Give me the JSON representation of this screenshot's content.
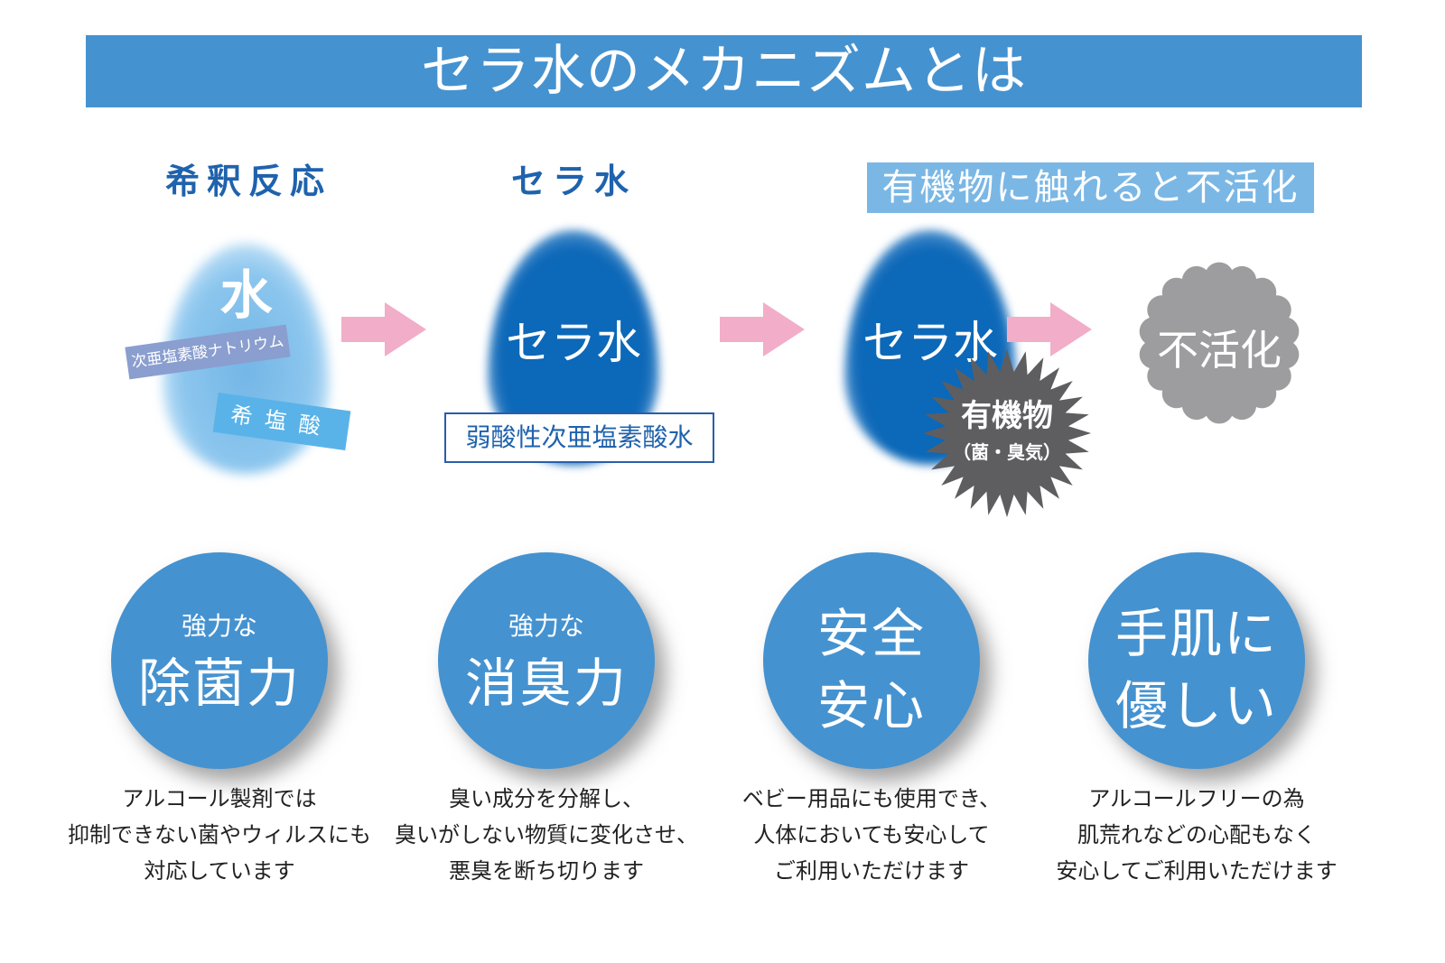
{
  "title": "セラ水のメカニズムとは",
  "steps": {
    "dilution": {
      "heading": "希釈反応",
      "drop_label": "水",
      "tag_1": "次亜塩素酸ナトリウム",
      "tag_2": "希塩酸"
    },
    "sera_water": {
      "heading": "セラ水",
      "drop_label": "セラ水",
      "box_label": "弱酸性次亜塩素酸水"
    },
    "inactivation": {
      "heading": "有機物に触れると不活化",
      "drop_label": "セラ水",
      "burst_label": "有機物",
      "burst_sub": "（菌・臭気）",
      "result_label": "不活化"
    }
  },
  "features": [
    {
      "small": "強力な",
      "big": "除菌力",
      "desc": [
        "アルコール製剤では",
        "抑制できない菌やウィルスにも",
        "対応しています"
      ]
    },
    {
      "small": "強力な",
      "big": "消臭力",
      "desc": [
        "臭い成分を分解し、",
        "臭いがしない物質に変化させ、",
        "悪臭を断ち切ります"
      ]
    },
    {
      "big_line1": "安全",
      "big_line2": "安心",
      "desc": [
        "ベビー用品にも使用でき、",
        "人体においても安心して",
        "ご利用いただけます"
      ]
    },
    {
      "big_line1": "手肌に",
      "big_line2": "優しい",
      "desc": [
        "アルコールフリーの為",
        "肌荒れなどの心配もなく",
        "安心してご利用いただけます"
      ]
    }
  ],
  "colors": {
    "banner": "#4592d0",
    "heading_text": "#1f62ad",
    "arrow": "#f2adc9",
    "burst": "#5e5e60",
    "flower": "#9d9d9f",
    "circle": "#4592d0"
  }
}
